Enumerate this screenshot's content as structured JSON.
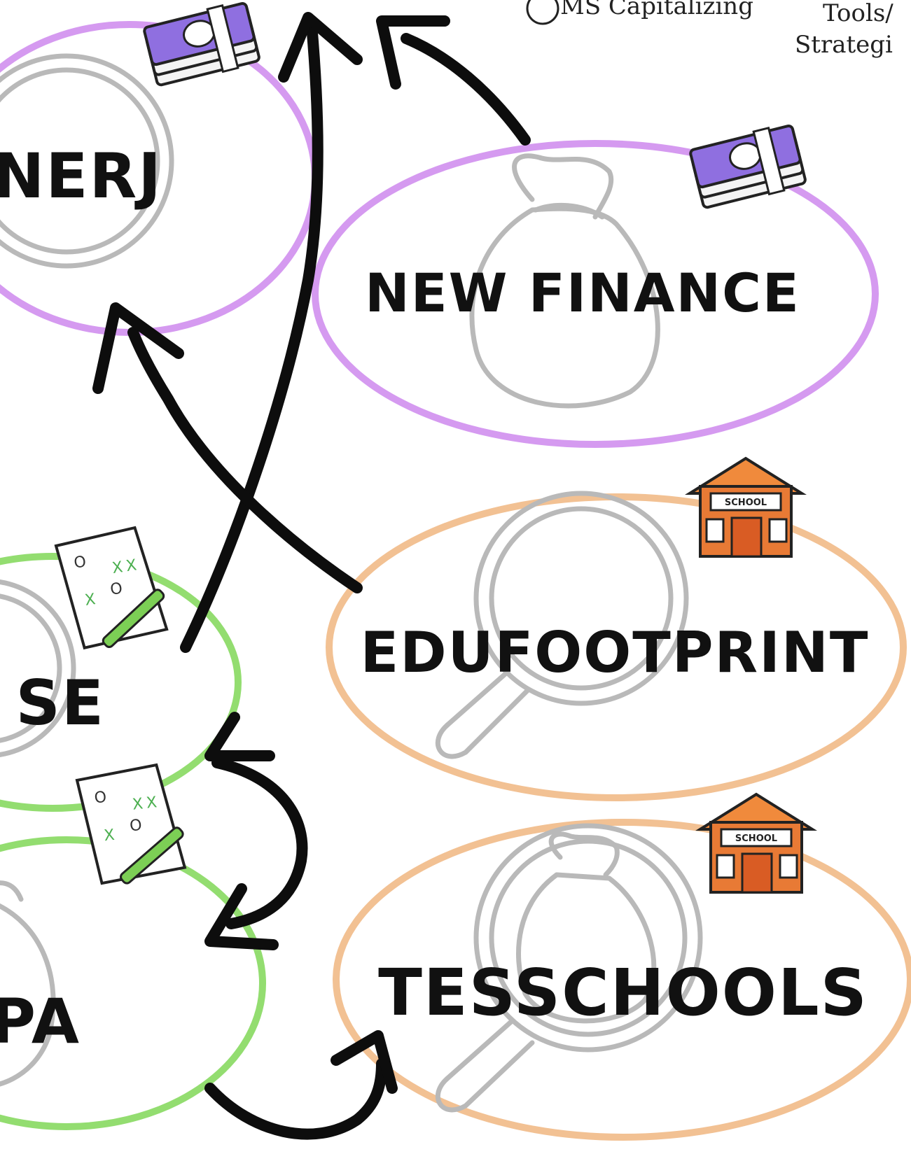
{
  "legend": {
    "top_left_text": "MS Capitalizing",
    "tools_line": "Tools/",
    "strategies_line": "Strategi"
  },
  "nodes": {
    "nerj": {
      "label": "NERJ",
      "category": "finance",
      "icon": "cash-bundle-icon",
      "watermark": "sun-icon"
    },
    "new_finance": {
      "label": "NEW FINANCE",
      "category": "finance",
      "icon": "cash-bundle-icon",
      "watermark": "money-bag-icon"
    },
    "edufootprint": {
      "label": "EDUFOOTPRINT",
      "category": "school",
      "icon": "school-building-icon",
      "watermark": "magnifier-icon"
    },
    "tesschools": {
      "label": "TESSCHOOLS",
      "category": "school",
      "icon": "school-building-icon",
      "watermark": "magnifier-money-bag-icon"
    },
    "se": {
      "label": "SE",
      "category": "strategy",
      "icon": "game-plan-icon",
      "watermark": "circle-icon"
    },
    "pa": {
      "label": "PA",
      "category": "strategy",
      "icon": "game-plan-icon",
      "watermark": "money-bag-icon"
    }
  },
  "school_sign": "SCHOOL",
  "plan_marks": {
    "o": "O",
    "x": "X"
  },
  "colors": {
    "finance": "#d59af0",
    "school": "#f2c193",
    "strategy": "#93dd70",
    "arrow": "#0d0d0d",
    "sketch": "#b9b9b9",
    "tools_accent": "#e8943a",
    "strategies_accent": "#7ac35a"
  }
}
